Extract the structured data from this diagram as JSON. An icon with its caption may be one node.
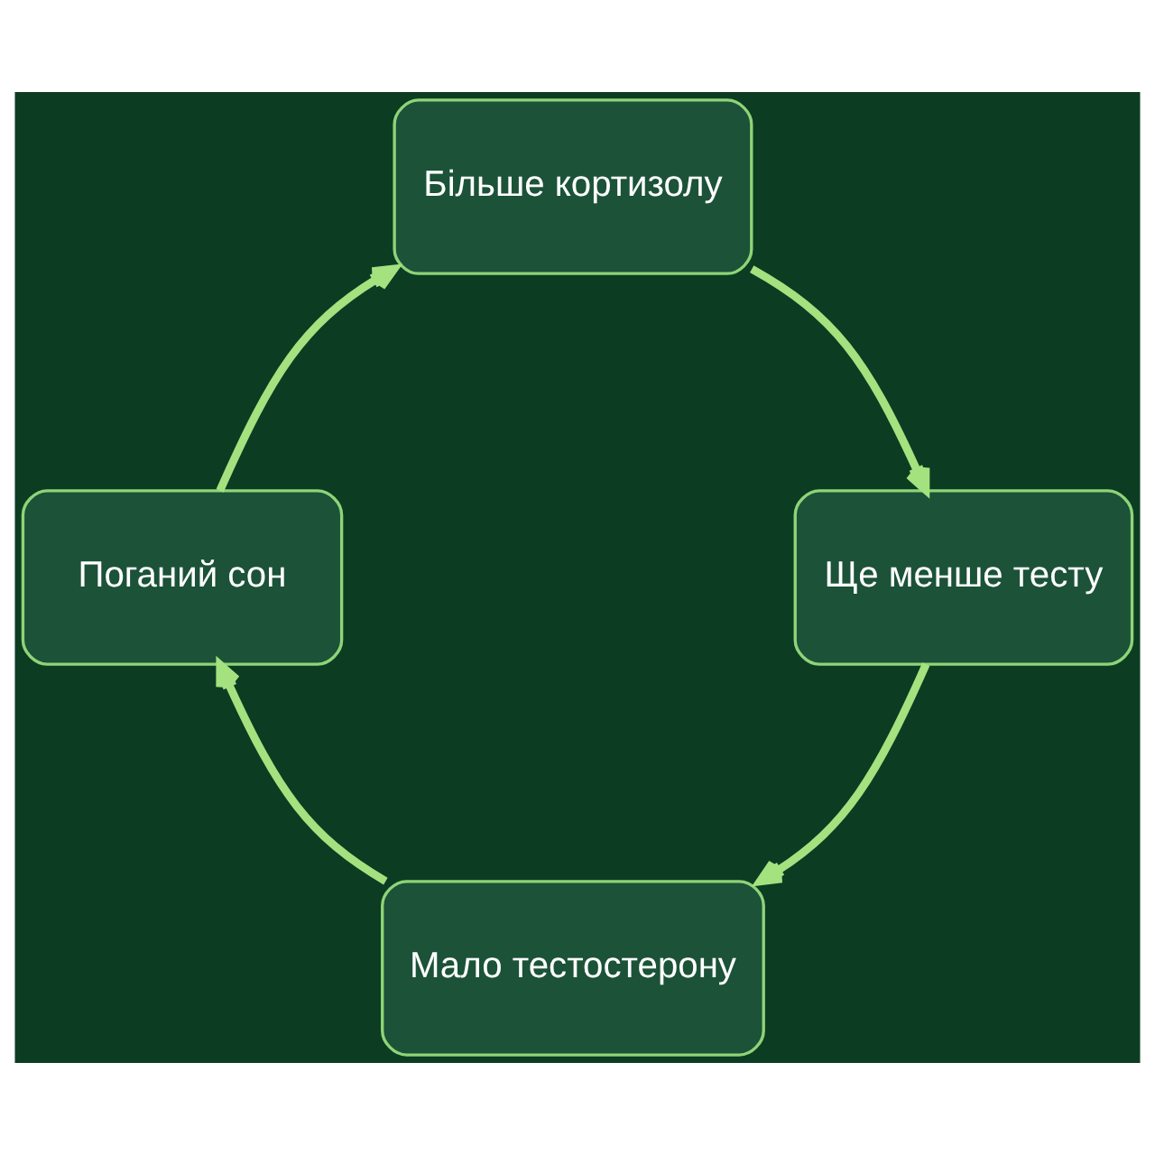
{
  "diagram": {
    "nodes": [
      {
        "text": [
          "Мало тестостерону"
        ]
      },
      {
        "text": [
          "Поганий сон"
        ]
      },
      {
        "text": [
          "Більше кортизолу"
        ]
      },
      {
        "text": [
          "Ще менше тесту"
        ]
      }
    ],
    "edges": [
      {
        "from": 0,
        "to": 1,
        "arrow": "to"
      },
      {
        "from": 1,
        "to": 2,
        "arrow": "to"
      },
      {
        "from": 2,
        "to": 3,
        "arrow": "to"
      },
      {
        "from": 3,
        "to": 0,
        "arrow": "to"
      }
    ]
  }
}
